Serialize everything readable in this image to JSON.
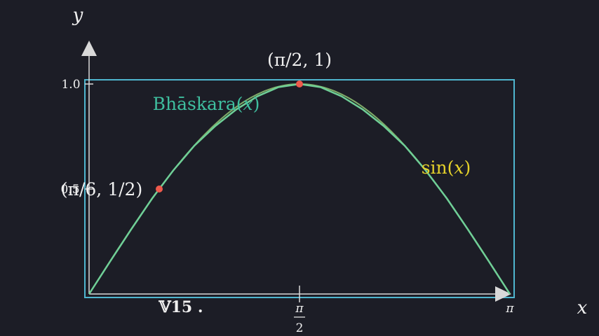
{
  "colors": {
    "background": "#1c1d26",
    "axis": "#d9d9d9",
    "frame": "#4fb6cf",
    "curve": "#6fcf97",
    "bhaskara_label": "#3fbf9f",
    "sin_label": "#e6d22a",
    "point": "#ef5a4c",
    "text": "#f0f0f0"
  },
  "chart_data": {
    "type": "line",
    "title": "",
    "xlabel": "x",
    "ylabel": "y",
    "xlim": [
      0,
      3.14159
    ],
    "ylim": [
      0,
      1
    ],
    "x_ticks": [
      {
        "value": 1.5708,
        "label_num": "π",
        "label_den": "2"
      },
      {
        "value": 3.14159,
        "label": "π"
      }
    ],
    "y_ticks": [
      {
        "value": 1.0,
        "label": "1.0"
      },
      {
        "value": 0.5,
        "label": "0.5"
      }
    ],
    "garbled_tick_label": "𝕍𝟏𝟓 .",
    "series": [
      {
        "name": "Bhāskara(x)",
        "name_text": "Bhāskara(",
        "name_var": "x",
        "name_close": ")",
        "x": [
          0,
          0.1571,
          0.3142,
          0.4712,
          0.5236,
          0.6283,
          0.7854,
          0.9425,
          1.0996,
          1.2566,
          1.4137,
          1.5708,
          1.7279,
          1.885,
          2.042,
          2.1991,
          2.3562,
          2.5133,
          2.6704,
          2.8274,
          2.9845,
          3.1416
        ],
        "y": [
          0,
          0.1551,
          0.3077,
          0.4555,
          0.5,
          0.5882,
          0.7059,
          0.8,
          0.8791,
          0.9412,
          0.985,
          1.0,
          0.985,
          0.9412,
          0.8791,
          0.8,
          0.7059,
          0.5882,
          0.4555,
          0.3077,
          0.1551,
          0
        ]
      },
      {
        "name": "sin(x)",
        "name_text": "sin(",
        "name_var": "x",
        "name_close": ")"
      }
    ],
    "points": [
      {
        "x": 0.5236,
        "y": 0.5,
        "label": "(π/6, 1/2)"
      },
      {
        "x": 1.5708,
        "y": 1.0,
        "label": "(π/2, 1)"
      }
    ],
    "grid": false,
    "legend": "none"
  }
}
